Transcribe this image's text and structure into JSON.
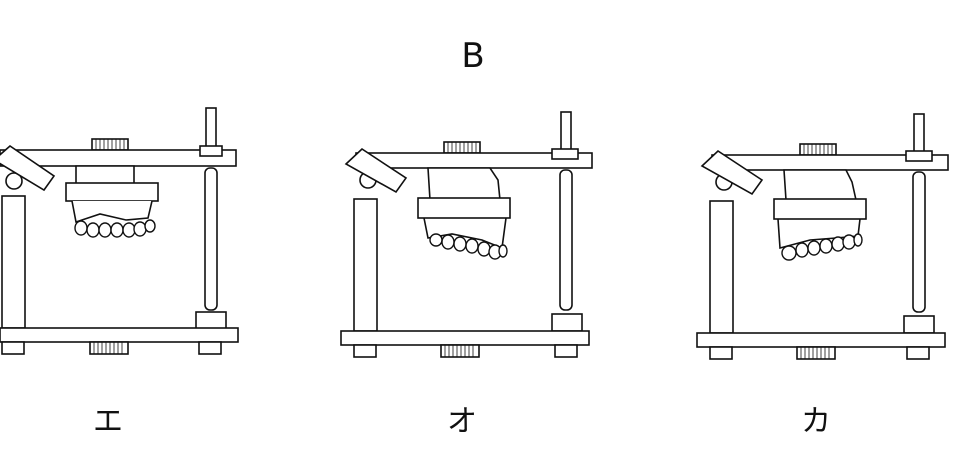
{
  "figure": {
    "heading": "B",
    "panels": [
      {
        "label": "エ"
      },
      {
        "label": "オ"
      },
      {
        "label": "カ"
      }
    ]
  }
}
